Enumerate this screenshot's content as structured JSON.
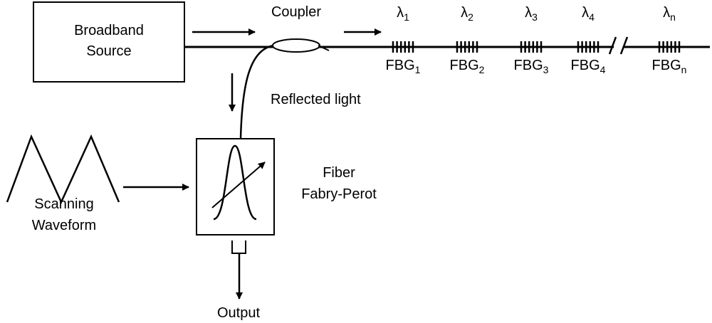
{
  "diagram": {
    "source": {
      "line1": "Broadband",
      "line2": "Source"
    },
    "coupler": "Coupler",
    "reflected": "Reflected light",
    "filter": {
      "line1": "Fiber",
      "line2": "Fabry-Perot"
    },
    "waveform": {
      "line1": "Scanning",
      "line2": "Waveform"
    },
    "output": "Output",
    "gratings": [
      {
        "lambda": "λ",
        "lambda_sub": "1",
        "name": "FBG",
        "name_sub": "1"
      },
      {
        "lambda": "λ",
        "lambda_sub": "2",
        "name": "FBG",
        "name_sub": "2"
      },
      {
        "lambda": "λ",
        "lambda_sub": "3",
        "name": "FBG",
        "name_sub": "3"
      },
      {
        "lambda": "λ",
        "lambda_sub": "4",
        "name": "FBG",
        "name_sub": "4"
      },
      {
        "lambda": "λ",
        "lambda_sub": "n",
        "name": "FBG",
        "name_sub": "n"
      }
    ]
  }
}
